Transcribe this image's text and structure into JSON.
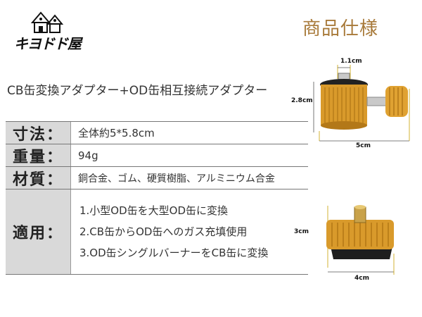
{
  "logo": {
    "text": "キヨドド屋"
  },
  "section_title": "商品仕様",
  "product_title": "CB缶変換アダプター+OD缶相互接続アダプター",
  "spec": {
    "size_label": "寸法：",
    "size_value": "全体約5*5.8cm",
    "weight_label": "重量：",
    "weight_value": "94g",
    "material_label": "材質：",
    "material_value": "銅合金、ゴム、硬質樹脂、アルミニウム合金",
    "usage_label": "適用：",
    "usage_items": [
      "1.小型OD缶を大型OD缶に変換",
      "2.CB缶からOD缶へのガス充填使用",
      "3.OD缶シングルバーナーをCB缶に変換"
    ]
  },
  "dimensions": {
    "img1_top": "1.1cm",
    "img1_left": "2.8cm",
    "img1_bottom": "5cm",
    "img2_right": "3cm",
    "img2_bottom": "4cm"
  },
  "colors": {
    "accent": "#a87a3a",
    "label_bg": "#d9d9d9",
    "brass": "#d99a2b"
  }
}
